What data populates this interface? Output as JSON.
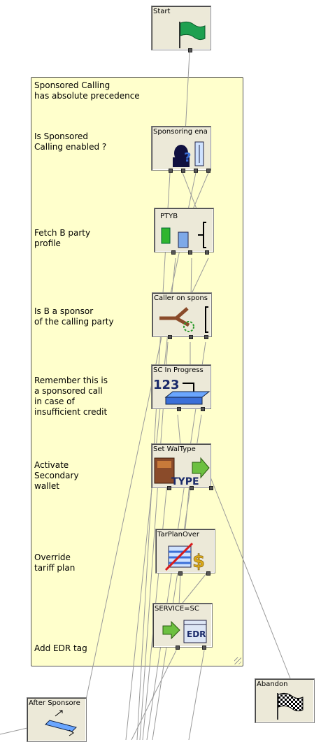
{
  "notes": [
    {
      "id": "precedence",
      "text": "Sponsored Calling\nhas absolute precedence"
    },
    {
      "id": "enabled",
      "text": "Is Sponsored\nCalling enabled ?"
    },
    {
      "id": "fetch",
      "text": "Fetch B party\nprofile"
    },
    {
      "id": "sponsor",
      "text": "Is B a sponsor\nof the calling party"
    },
    {
      "id": "remember",
      "text": "Remember this is\na sponsored call\nin case of\ninsufficient credit"
    },
    {
      "id": "activate",
      "text": "Activate\nSecondary\nwallet"
    },
    {
      "id": "override",
      "text": "Override\ntariff plan"
    },
    {
      "id": "edr",
      "text": "Add EDR tag"
    }
  ],
  "nodes": [
    {
      "id": "start",
      "label": "Start",
      "icon": "green-flag-icon"
    },
    {
      "id": "sponsoring",
      "label": "Sponsoring ena",
      "icon": "person-query-icon"
    },
    {
      "id": "ptyb",
      "label": "PTYB",
      "icon": "profile-blocks-icon"
    },
    {
      "id": "caller",
      "label": "Caller on spons",
      "icon": "branch-icon"
    },
    {
      "id": "scprogress",
      "label": "SC In Progress",
      "icon": "set-number-icon"
    },
    {
      "id": "setwallet",
      "label": "Set WalType",
      "icon": "wallet-type-icon"
    },
    {
      "id": "tarplan",
      "label": "TarPlanOver",
      "icon": "tariff-override-icon"
    },
    {
      "id": "service",
      "label": "SERVICE=SC",
      "icon": "edr-icon"
    },
    {
      "id": "after",
      "label": "After Sponsore",
      "icon": "link-icon"
    },
    {
      "id": "abandon",
      "label": "Abandon",
      "icon": "checkered-flag-icon"
    }
  ],
  "icon_text": {
    "scprogress_digits": "123",
    "setwallet_type": "TYPE",
    "tarplan_dollar": "$",
    "service_edr": "EDR"
  }
}
